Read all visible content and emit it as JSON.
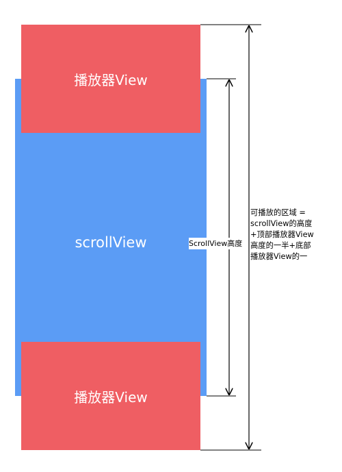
{
  "colors": {
    "player": "#ef5e63",
    "scrollview": "#5b9cf5",
    "lines": "#000000"
  },
  "top_player": {
    "label": "播放器View"
  },
  "scrollview": {
    "label": "scrollView"
  },
  "bottom_player": {
    "label": "播放器View"
  },
  "scroll_dimension": {
    "label": "ScrollView高度"
  },
  "area_dimension": {
    "lines": [
      "可播放的区域 =",
      "scrollView的高度",
      "+顶部播放器View",
      "高度的一半+底部",
      "播放器View的一"
    ]
  }
}
